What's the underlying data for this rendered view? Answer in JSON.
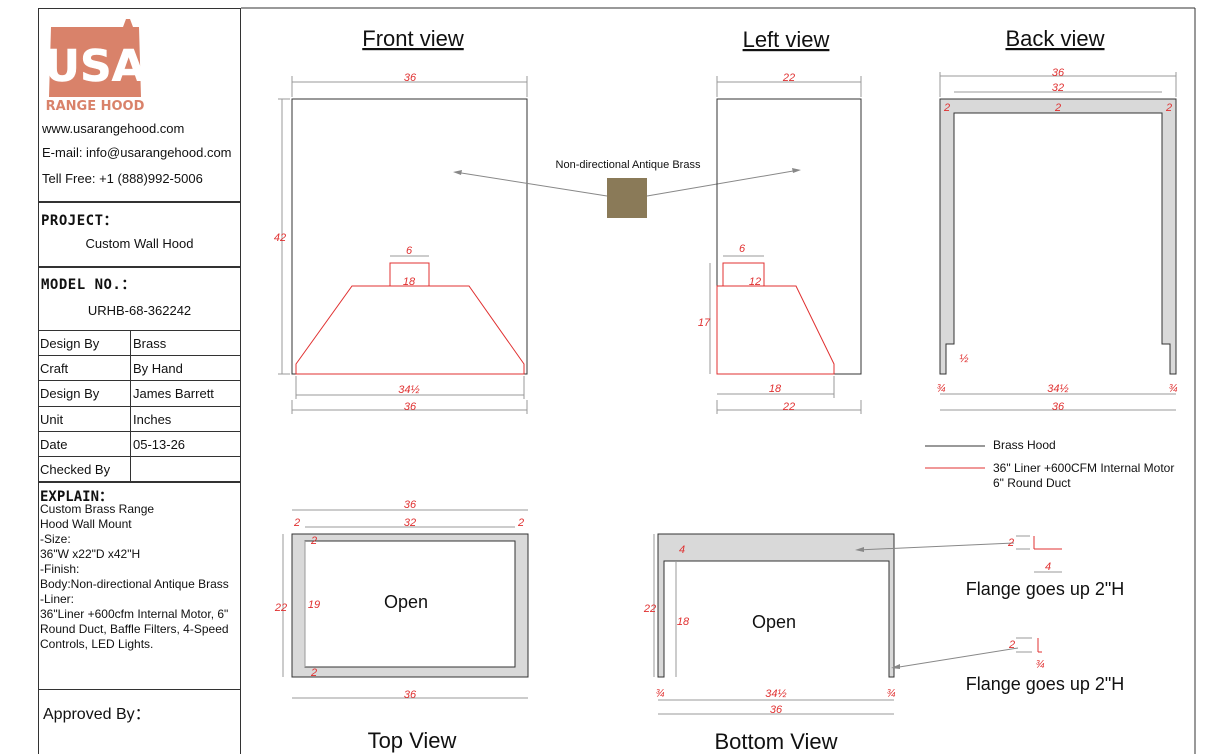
{
  "brand": {
    "logo_letters": "USA",
    "logo_subtitle": "RANGE HOOD",
    "logo_color": "#d9826a"
  },
  "contact": {
    "website": "www.usarangehood.com",
    "email": "E-mail: info@usarangehood.com",
    "phone": "Tell Free: +1 (888)992-5006"
  },
  "project": {
    "label": "PROJECT：",
    "value": "Custom Wall Hood"
  },
  "model": {
    "label": "MODEL NO.：",
    "value": "URHB-68-362242"
  },
  "specs": [
    {
      "key": "Design By",
      "value": "Brass"
    },
    {
      "key": "Craft",
      "value": "By Hand"
    },
    {
      "key": "Design By",
      "value": "James Barrett"
    },
    {
      "key": "Unit",
      "value": "Inches"
    },
    {
      "key": "Date",
      "value": "05-13-26"
    },
    {
      "key": "Checked By",
      "value": ""
    }
  ],
  "explain": {
    "label": "EXPLAIN：",
    "lines": [
      "Custom Brass Range",
      "Hood Wall Mount",
      "-Size:",
      "36\"W x22\"D x42\"H",
      "-Finish:",
      "Body:Non-directional Antique Brass",
      "-Liner:",
      "36\"Liner +600cfm Internal Motor, 6\"",
      "Round Duct, Baffle Filters, 4-Speed",
      "Controls, LED Lights."
    ]
  },
  "approved": "Approved By：",
  "views": {
    "front": "Front view",
    "left": "Left view",
    "back": "Back view",
    "top": "Top View",
    "bottom": "Bottom View"
  },
  "finish_swatch": {
    "label": "Non-directional Antique Brass",
    "color": "#8a7a58"
  },
  "legend": {
    "brass": "Brass Hood",
    "liner_line1": "36\" Liner +600CFM Internal Motor",
    "liner_line2": "6\" Round Duct",
    "brass_color": "#333333",
    "liner_color": "#e03030"
  },
  "dimensions": {
    "front_width": "36",
    "front_height": "42",
    "front_duct": "6",
    "front_duct_height": "18",
    "front_liner_width": "34½",
    "front_bottom_width": "36",
    "left_width": "22",
    "left_duct": "6",
    "left_duct_height": "12",
    "left_liner_height": "17",
    "left_liner_depth": "18",
    "left_bottom_width": "22",
    "back_width": "36",
    "back_inner": "32",
    "back_side": "2",
    "back_flange": "½",
    "back_quarter": "¾",
    "back_opening": "34½",
    "back_bottom_width": "36",
    "top_width": "36",
    "top_inner": "32",
    "top_side": "2",
    "top_depth": "22",
    "top_inner_depth": "19",
    "top_bottom_width": "36",
    "bottom_front": "4",
    "bottom_depth": "22",
    "bottom_inner_depth": "18",
    "bottom_quarter": "¾",
    "bottom_opening": "34½",
    "bottom_width": "36",
    "flange1_height": "2",
    "flange1_width": "4",
    "flange2_height": "2",
    "flange2_width": "¾"
  },
  "labels": {
    "top_open": "Open",
    "bottom_open": "Open",
    "flange_note_1": "Flange goes up 2\"H",
    "flange_note_2": "Flange goes up 2\"H"
  }
}
